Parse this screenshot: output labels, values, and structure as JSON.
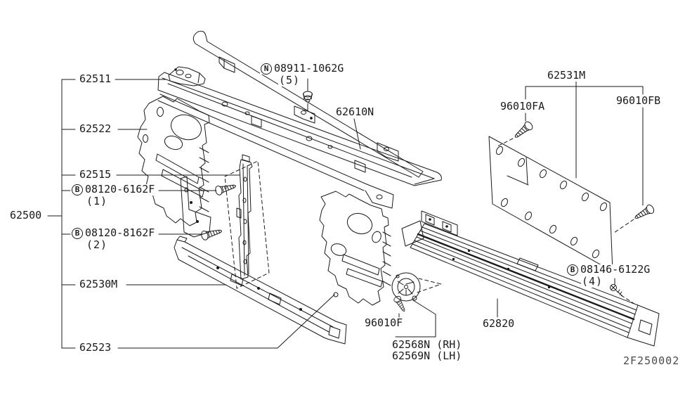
{
  "background_color": "#ffffff",
  "line_color": "#1a1a1a",
  "parts": {
    "p62500": "62500",
    "p62511": "62511",
    "p62522": "62522",
    "p62515": "62515",
    "p62523": "62523",
    "p62530m": "62530M",
    "p62610n": "62610N",
    "p62531m": "62531M",
    "p62820": "62820",
    "p62568n": "62568N (RH)",
    "p62569n": "62569N (LH)",
    "p96010f": "96010F",
    "p96010fa": "96010FA",
    "p96010fb": "96010FB"
  },
  "fasteners": {
    "b08120_6162f": {
      "prefix": "B",
      "number": "08120-6162F",
      "qty": "(1)"
    },
    "b08120_8162f": {
      "prefix": "B",
      "number": "08120-8162F",
      "qty": "(2)"
    },
    "n08911_1062g": {
      "prefix": "N",
      "number": "08911-1062G",
      "qty": "(5)"
    },
    "b08146_6122g": {
      "prefix": "B",
      "number": "08146-6122G",
      "qty": "(4)"
    }
  },
  "footer": {
    "drawing_code": "2F250002"
  }
}
